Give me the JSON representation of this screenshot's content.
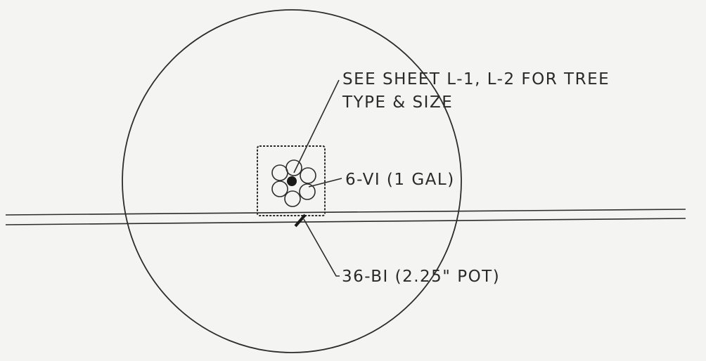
{
  "note": {
    "line1": "SEE SHEET L-1, L-2 FOR TREE",
    "line2": "TYPE & SIZE"
  },
  "shrub_label": "6-VI (1 GAL)",
  "groundcover_label": "36-BI (2.25\" POT)",
  "colors": {
    "background": "#f4f4f2",
    "ink": "#2c2c2c"
  }
}
